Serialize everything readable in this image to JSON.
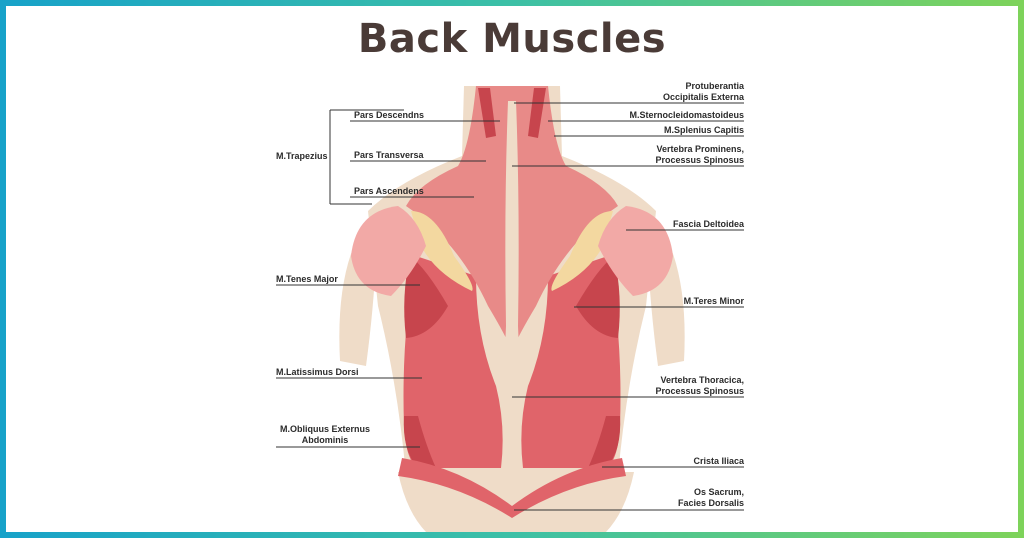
{
  "title": "Back Muscles",
  "group_label": "M.Trapezius",
  "labels": {
    "pars_descendens": "Pars Descendns",
    "pars_transversa": "Pars Transversa",
    "pars_ascendens": "Pars Ascendens",
    "tenes_major": "M.Tenes Major",
    "latissimus_dorsi": "M.Latissimus Dorsi",
    "obliquus_1": "M.Obliquus Externus",
    "obliquus_2": "Abdominis",
    "protuberantia_1": "Protuberantia",
    "protuberantia_2": "Occipitalis Externa",
    "sternocleidomastoideus": "M.Sternocleidomastoideus",
    "splenius": "M.Splenius Capitis",
    "vertebra_prominens_1": "Vertebra Prominens,",
    "vertebra_prominens_2": "Processus Spinosus",
    "fascia_deltoidea": "Fascia Deltoidea",
    "teres_minor": "M.Teres Minor",
    "vertebra_thoracica_1": "Vertebra Thoracica,",
    "vertebra_thoracica_2": "Processus Spinosus",
    "crista_iliaca": "Crista Iliaca",
    "os_sacrum_1": "Os Sacrum,",
    "os_sacrum_2": "Facies Dorsalis"
  },
  "colors": {
    "skin": "#efdcc8",
    "muscle": "#e0646a",
    "muscle_dark": "#c7454d",
    "muscle_light": "#ee9a97",
    "deltoid": "#f2a9a6",
    "tendon": "#f3d8a0",
    "border_left": "#17a2c9",
    "border_right": "#7ed35a"
  }
}
